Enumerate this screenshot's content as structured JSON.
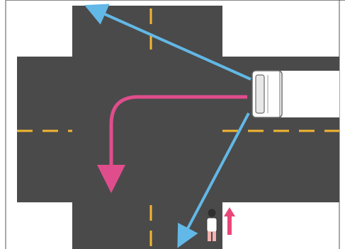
{
  "scene": {
    "colors": {
      "background": "#ffffff",
      "road": "#4a4a4a",
      "lane_marking": "#f2b531",
      "right_turn_arrow": "#e04d8c",
      "view_line": "#62b8e6",
      "pedestrian_arrow": "#e8477a",
      "truck_body": "#ffffff",
      "truck_outline": "#6b6b6b"
    },
    "elements": {
      "truck": "truck-icon",
      "pedestrian": "pedestrian-icon",
      "turn_arrow": "right-turn-path-arrow",
      "view_lines": [
        "left-view-line-arrow",
        "right-view-line-arrow"
      ],
      "pedestrian_arrow": "pedestrian-direction-arrow"
    }
  }
}
